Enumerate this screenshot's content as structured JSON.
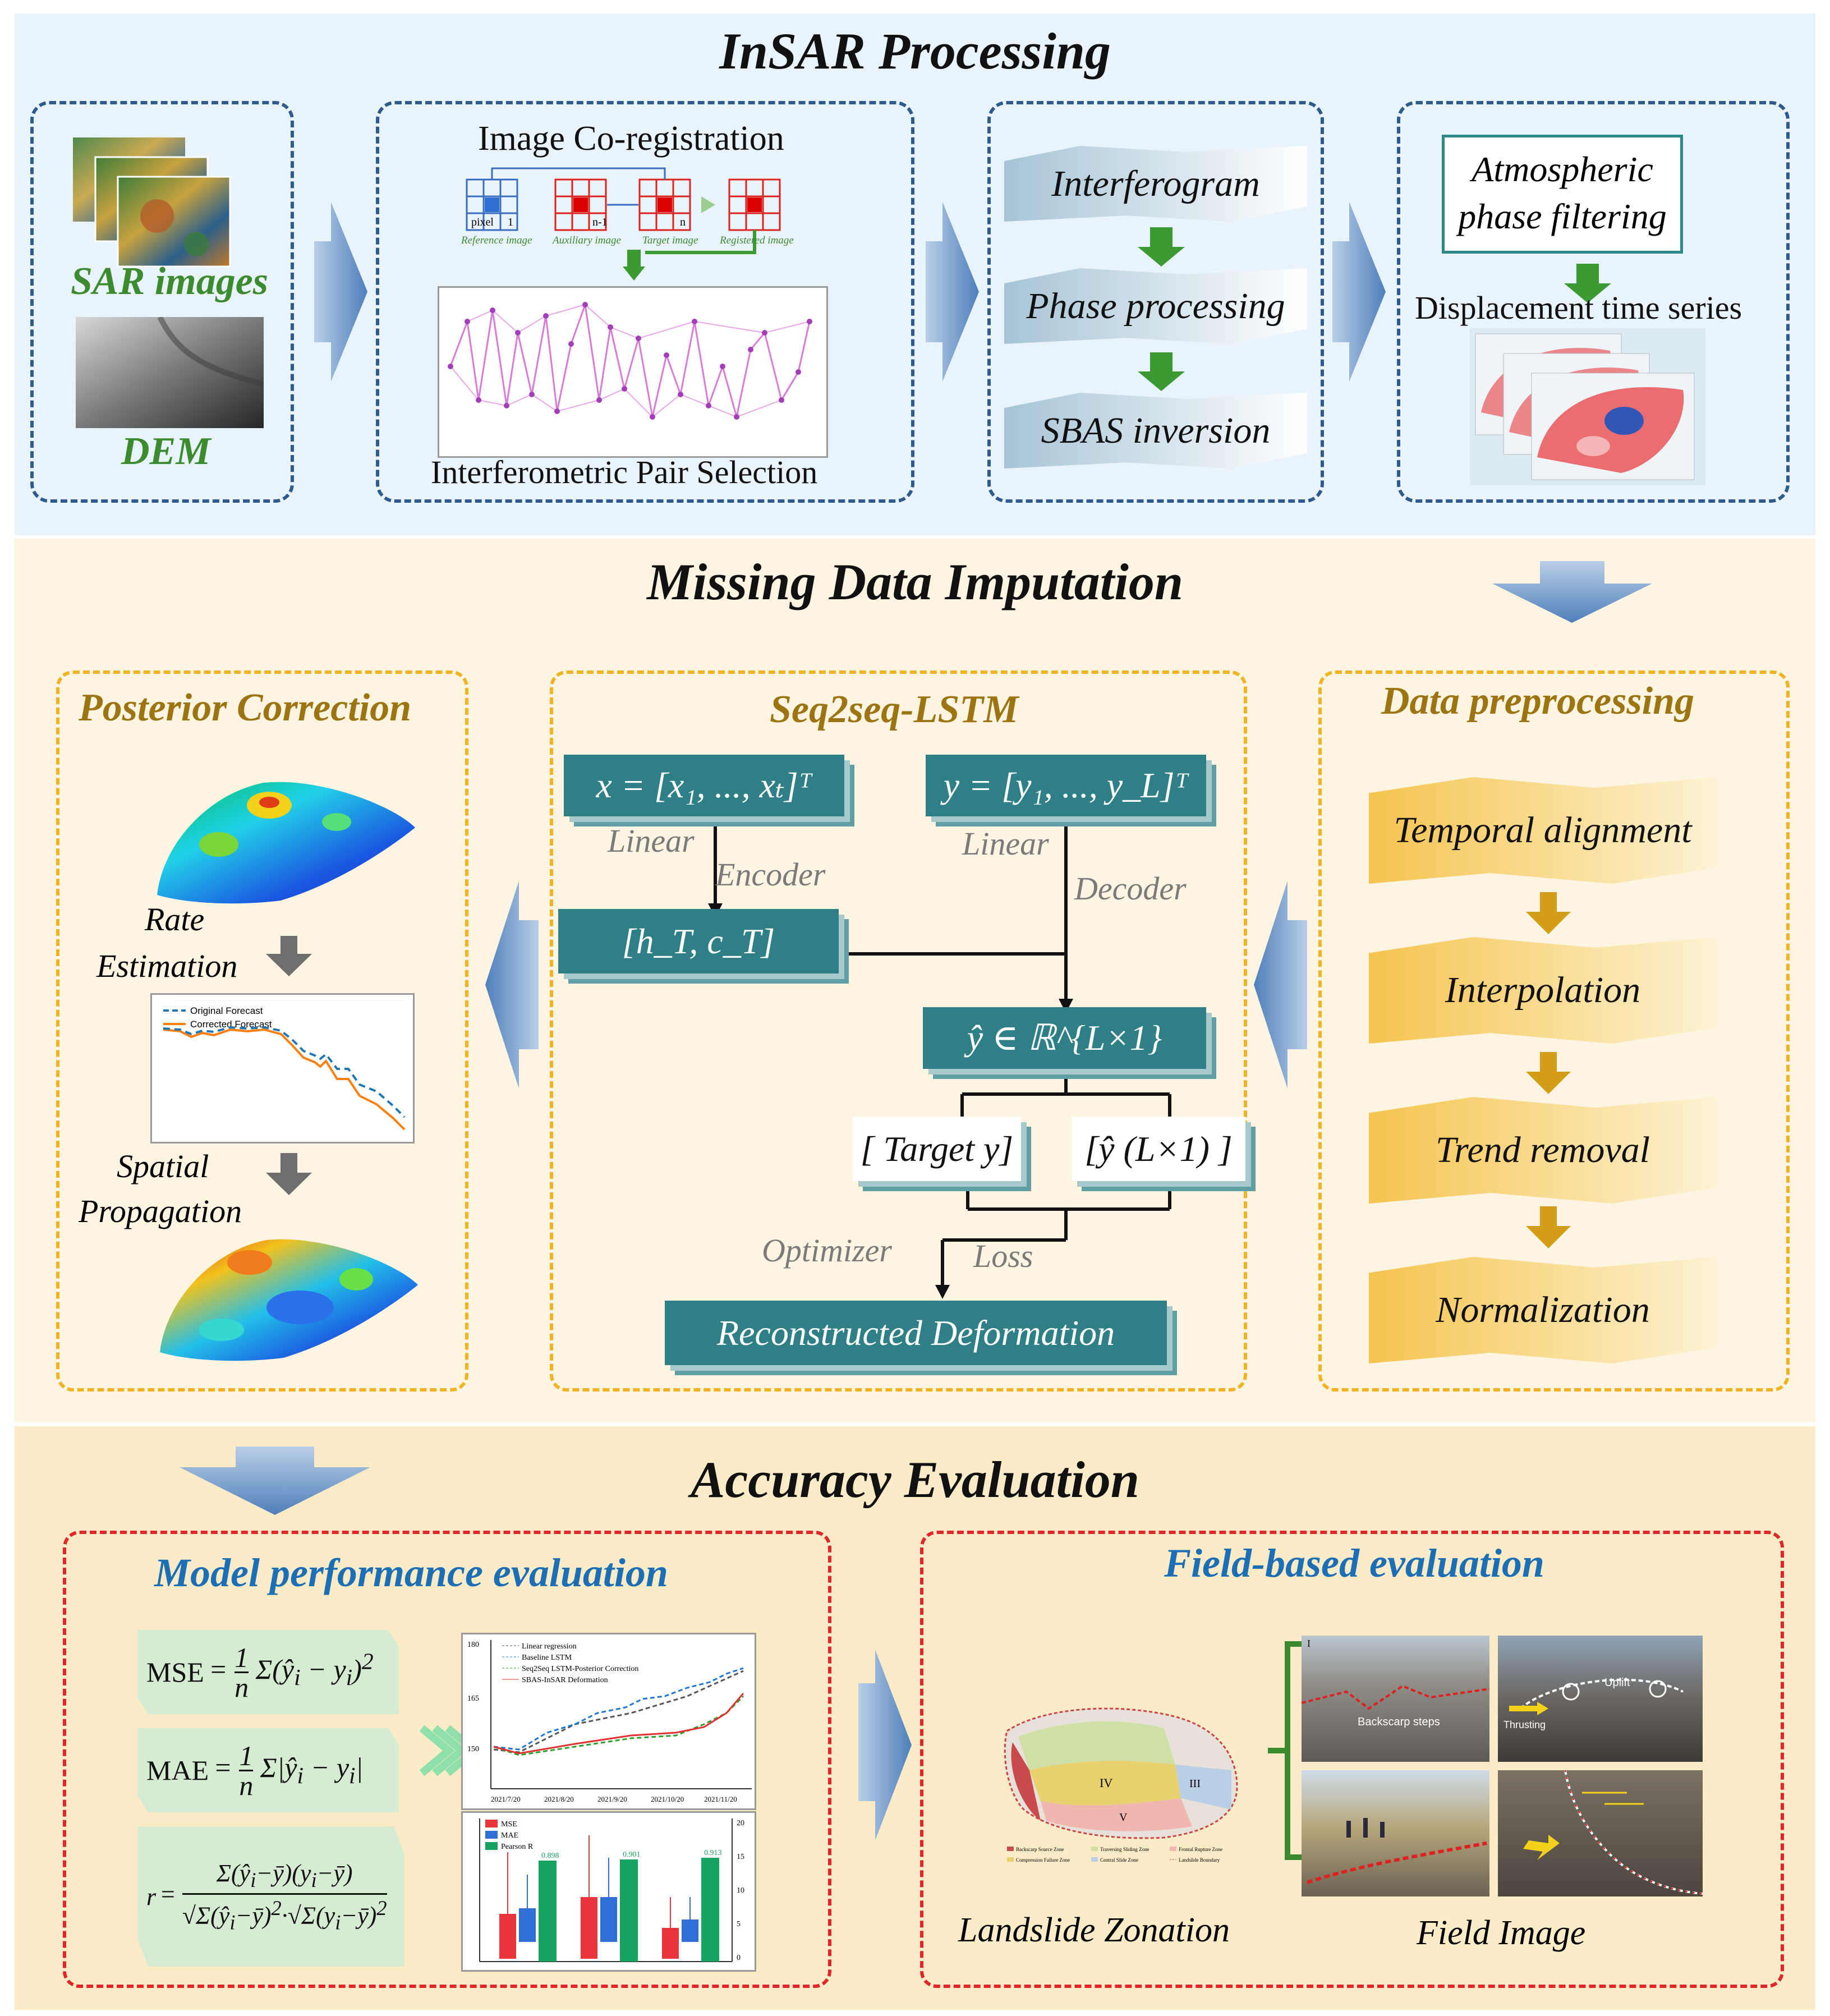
{
  "sections": {
    "insar": "InSAR Processing",
    "imputation": "Missing Data Imputation",
    "accuracy": "Accuracy Evaluation"
  },
  "insar": {
    "sar_images": "SAR images",
    "dem": "DEM",
    "coreg_title": "Image Co-registration",
    "coreg_pixel": "pixel",
    "coreg_one": "1",
    "coreg_n1": "n-1",
    "coreg_n": "n",
    "coreg_labels": [
      "Reference image",
      "Auxiliary image",
      "Target image",
      "Registered image"
    ],
    "pair_selection": "Interferometric Pair Selection",
    "steps": [
      "Interferogram",
      "Phase processing",
      "SBAS inversion"
    ],
    "atm_line1": "Atmospheric",
    "atm_line2": "phase filtering",
    "displacement": "Displacement time series"
  },
  "posterior": {
    "title": "Posterior Correction",
    "rate_line1": "Rate",
    "rate_line2": "Estimation",
    "spatial_line1": "Spatial",
    "spatial_line2": "Propagation",
    "legend": [
      "Original Forecast",
      "Corrected Forecast"
    ],
    "colors": {
      "original": "#1f77b4",
      "corrected": "#ff7f0e"
    }
  },
  "seq2seq": {
    "title": "Seq2seq-LSTM",
    "x_vec": "x = [x₁, ..., xₜ]ᵀ",
    "y_vec": "y = [y₁, ..., y_L]ᵀ",
    "linear_left": "Linear",
    "linear_right": "Linear",
    "encoder": "Encoder",
    "decoder": "Decoder",
    "state": "[h_T, c_T]",
    "yhat": "ŷ ∈ ℝ^{L×1}",
    "target": "[ Target y]",
    "yhat_shape": "[ŷ (L×1) ]",
    "optimizer": "Optimizer",
    "loss": "Loss",
    "reconstructed": "Reconstructed Deformation"
  },
  "preprocessing": {
    "title": "Data preprocessing",
    "steps": [
      "Temporal alignment",
      "Interpolation",
      "Trend removal",
      "Normalization"
    ]
  },
  "model_eval": {
    "title": "Model performance evaluation",
    "mse_label": "MSE",
    "mae_label": "MAE",
    "r_label": "r",
    "line_legend": [
      "Linear regression",
      "Baseline LSTM",
      "Seq2Seq LSTM-Posterior Correction",
      "SBAS-InSAR Deformation"
    ],
    "line_colors": {
      "linear": "#555555",
      "baseline": "#1f77d4",
      "seq2seq": "#2ca02c",
      "sbas": "#e03030"
    },
    "line_yticks": [
      "180",
      "165",
      "150"
    ],
    "line_xticks": [
      "2021/7/20",
      "2021/8/20",
      "2021/9/20",
      "2021/10/20",
      "2021/11/20"
    ],
    "bar_legend": [
      "MSE",
      "MAE",
      "Pearson R"
    ],
    "bar_colors": {
      "mse": "#e8343a",
      "mae": "#2f6fd6",
      "pearson": "#16a35f"
    },
    "pearson_values": [
      "0.898",
      "0.901",
      "0.913"
    ],
    "bar_yticks_right": [
      "20",
      "15",
      "10",
      "5",
      "0"
    ]
  },
  "field_eval": {
    "title": "Field-based evaluation",
    "zonation": "Landslide Zonation",
    "field_image": "Field Image",
    "photo_labels": [
      "Backscarp steps",
      "Uplift",
      "Thrusting"
    ],
    "panel_label": "I",
    "zone_labels": [
      "IV",
      "III",
      "V"
    ],
    "zone_legend": [
      "Backscarp Source Zone",
      "Traversing Sliding Zone",
      "Frontal Rupture Zone",
      "Compression Failure Zone",
      "Central Slide Zone",
      "Landslide Boundary"
    ]
  }
}
